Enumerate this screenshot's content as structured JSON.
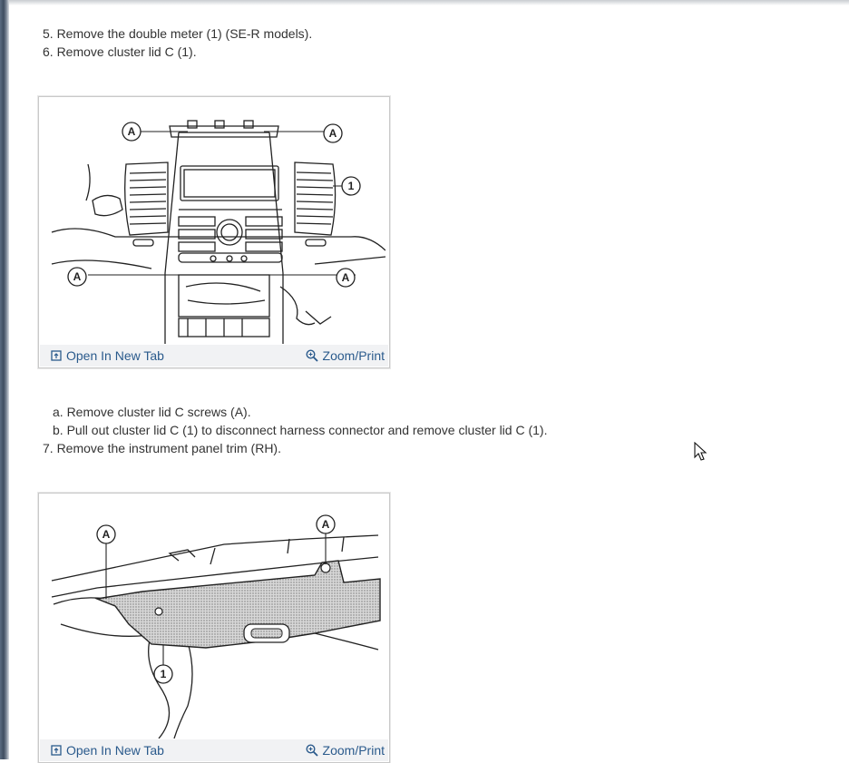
{
  "steps": {
    "s5": "5. Remove the double meter (1) (SE-R models).",
    "s6": "6. Remove cluster lid C (1).",
    "sa": "a. Remove cluster lid C screws (A).",
    "sb": "b. Pull out cluster lid C (1) to disconnect harness connector and remove cluster lid C (1).",
    "s7": "7. Remove the instrument panel trim (RH)."
  },
  "figure_actions": {
    "open_label": "Open In New Tab",
    "zoom_label": "Zoom/Print"
  },
  "figure1": {
    "callout_a": "A",
    "callout_1": "1"
  },
  "figure2": {
    "callout_a": "A",
    "callout_1": "1"
  },
  "icons": [
    "open-in-new-tab-icon",
    "zoom-icon",
    "mouse-cursor-icon"
  ],
  "colors": {
    "link": "#2a5a8c",
    "text": "#333333",
    "bar": "#f1f2f4"
  }
}
